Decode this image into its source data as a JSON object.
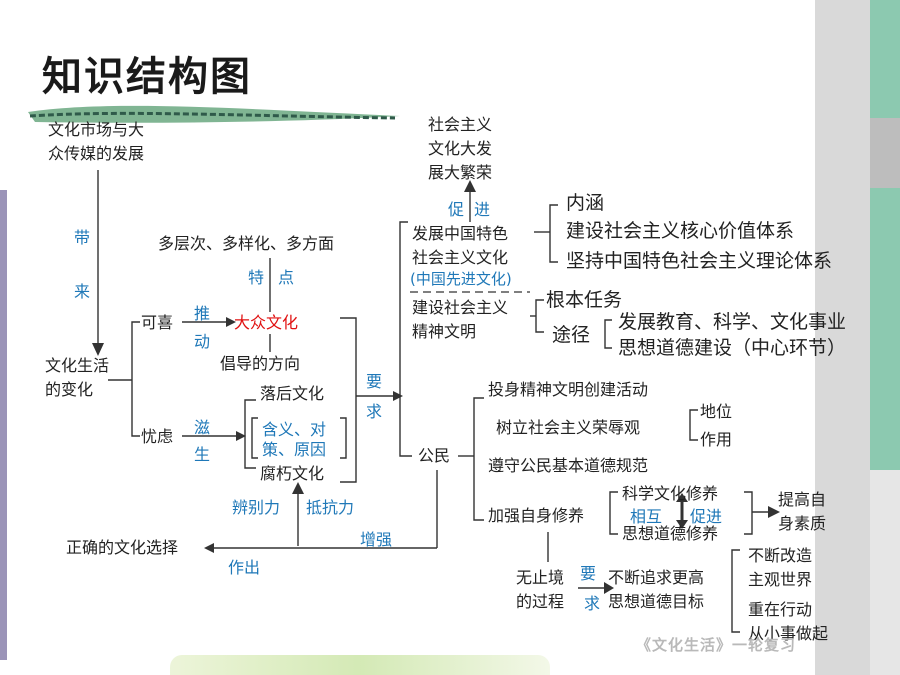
{
  "title": "知识结构图",
  "footer": "《文化生活》一轮复习",
  "colors": {
    "accent_blue": "#1f78b8",
    "highlight_red": "#e01010",
    "deco_green": "#86c9a8",
    "deco_gray": "#bfbfbf",
    "left_bar": "#9b94b8"
  },
  "nodes": {
    "market_media_1": "文化市场与大",
    "market_media_2": "众传媒的发展",
    "brings_1": "带",
    "brings_2": "来",
    "change_1": "文化生活",
    "change_2": "的变化",
    "gratifying": "可喜",
    "worrying": "忧虑",
    "promote_1": "推",
    "promote_2": "动",
    "mass_culture": "大众文化",
    "multi": "多层次、多样化、多方面",
    "features_1": "特",
    "features_2": "点",
    "advocated": "倡导的方向",
    "breed_1": "滋",
    "breed_2": "生",
    "backward": "落后文化",
    "meaning_1": "含义、对",
    "meaning_2": "策、原因",
    "decadent": "腐朽文化",
    "discern": "辨别力",
    "resist": "抵抗力",
    "right_choice": "正确的文化选择",
    "make": "作出",
    "strengthen": "增强",
    "require_1": "要",
    "require_2": "求",
    "prosperity_1": "社会主义",
    "prosperity_2": "文化大发",
    "prosperity_3": "展大繁荣",
    "boost_1": "促",
    "boost_2": "进",
    "develop_1": "发展中国特色",
    "develop_2": "社会主义文化",
    "develop_3": "(中国先进文化)",
    "connotation": "内涵",
    "core_values": "建设社会主义核心价值体系",
    "theory": "坚持中国特色社会主义理论体系",
    "spiritual_1": "建设社会主义",
    "spiritual_2": "精神文明",
    "fundamental_task": "根本任务",
    "approach": "途径",
    "education": "发展教育、科学、文化事业",
    "moral_building": "思想道德建设（中心环节）",
    "citizen": "公民",
    "join_activities": "投身精神文明创建活动",
    "honor_shame": "树立社会主义荣辱观",
    "status": "地位",
    "role": "作用",
    "obey_norms": "遵守公民基本道德规范",
    "self_cultivation": "加强自身修养",
    "sci_culture": "科学文化修养",
    "moral_culture": "思想道德修养",
    "mutual": "相互",
    "promote_each": "促进",
    "improve_1": "提高自",
    "improve_2": "身素质",
    "endless_1": "无止境",
    "endless_2": "的过程",
    "req2_1": "要",
    "req2_2": "求",
    "pursue": "不断追求更高",
    "moral_goal": "思想道德目标",
    "reform_1": "不断改造",
    "reform_2": "主观世界",
    "action_1": "重在行动",
    "action_2": "从小事做起"
  }
}
